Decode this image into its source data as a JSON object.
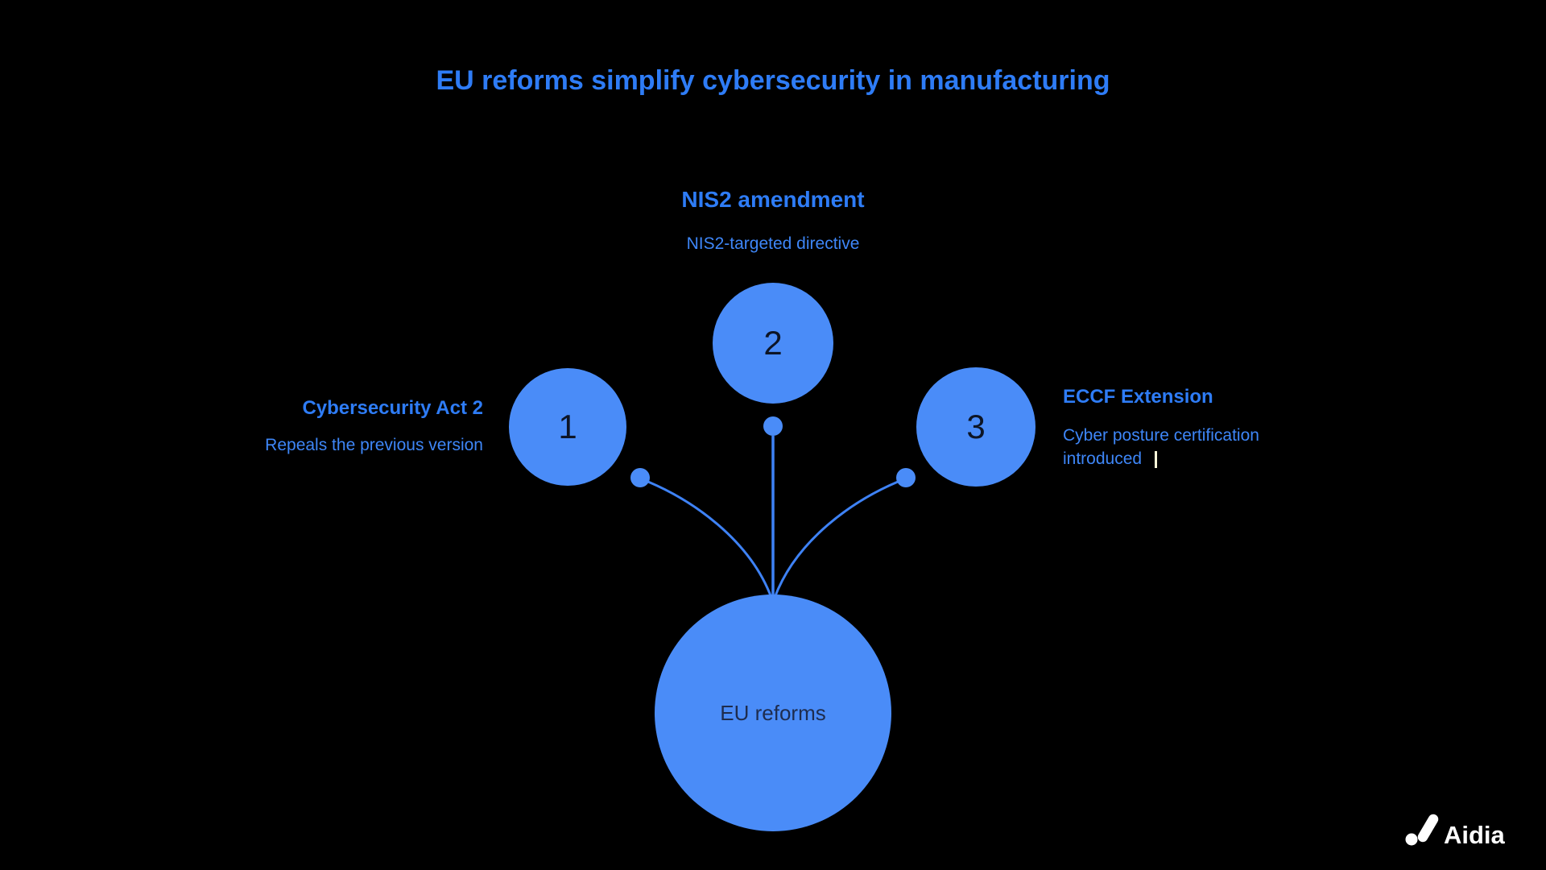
{
  "title": "EU reforms simplify cybersecurity in manufacturing",
  "colors": {
    "background": "#000000",
    "title_text": "#2E7CF6",
    "node_fill": "#4A8CF8",
    "connector": "#3E82F5",
    "node_number_text": "#0D1526",
    "center_label_text": "#1E2C4E",
    "heading_text": "#2E7CF6",
    "description_text": "#3E86F7",
    "logo": "#FFFFFF"
  },
  "center_node": {
    "label": "EU reforms"
  },
  "branches": [
    {
      "number": "1",
      "heading": "Cybersecurity Act 2",
      "description": "Repeals the previous version"
    },
    {
      "number": "2",
      "heading": "NIS2 amendment",
      "description": "NIS2-targeted directive"
    },
    {
      "number": "3",
      "heading": "ECCF Extension",
      "description": "Cyber posture certification introduced"
    }
  ],
  "logo": {
    "text": "Aidia"
  }
}
